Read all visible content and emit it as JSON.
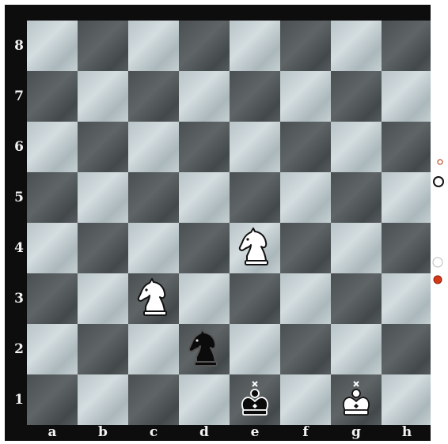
{
  "board": {
    "files": [
      "a",
      "b",
      "c",
      "d",
      "e",
      "f",
      "g",
      "h"
    ],
    "ranks": [
      "8",
      "7",
      "6",
      "5",
      "4",
      "3",
      "2",
      "1"
    ],
    "pieces": [
      {
        "square": "e4",
        "type": "knight",
        "color": "white"
      },
      {
        "square": "c3",
        "type": "knight",
        "color": "white"
      },
      {
        "square": "d2",
        "type": "knight",
        "color": "black"
      },
      {
        "square": "e1",
        "type": "king",
        "color": "black"
      },
      {
        "square": "g1",
        "type": "king",
        "color": "white"
      }
    ]
  },
  "side_indicators": [
    {
      "name": "turn-indicator-white-ring",
      "shape": "ring",
      "color": "#ffffff"
    },
    {
      "name": "white-stone-indicator",
      "shape": "dot",
      "color": "#ffffff"
    },
    {
      "name": "red-stone-indicator",
      "shape": "dot",
      "color": "#d23a1a"
    }
  ],
  "colors": {
    "frame": "#0d0d0d",
    "label": "#f2f2f2",
    "light_square": "#c6d0d3",
    "dark_square": "#4f5557"
  }
}
